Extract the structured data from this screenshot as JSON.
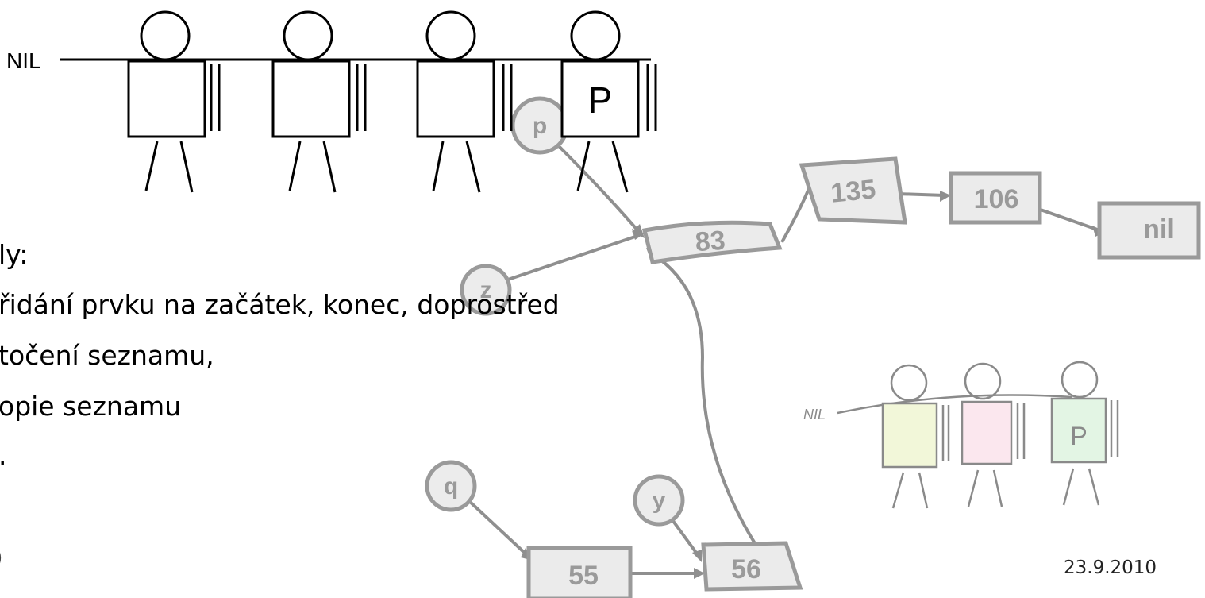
{
  "top_figure": {
    "nil_label": "NIL",
    "people_count": 4,
    "last_box_label": "P"
  },
  "linked_list": {
    "pointer_labels": [
      "p",
      "z",
      "q",
      "y"
    ],
    "node_values": [
      "83",
      "135",
      "106",
      "nil",
      "55",
      "56"
    ]
  },
  "small_figure": {
    "nil_label": "NIL",
    "box_label": "P",
    "box_colors": [
      "#f2f7d9",
      "#fbe7ee",
      "#e3f5e4"
    ]
  },
  "text": {
    "line1": "ly:",
    "line2": "řidání prvku na začátek, konec, doprostřed",
    "line3": "točení seznamu,",
    "line4": "opie seznamu",
    "line5": ".",
    "line6": ")"
  },
  "footer": {
    "date": "23.9.2010"
  }
}
